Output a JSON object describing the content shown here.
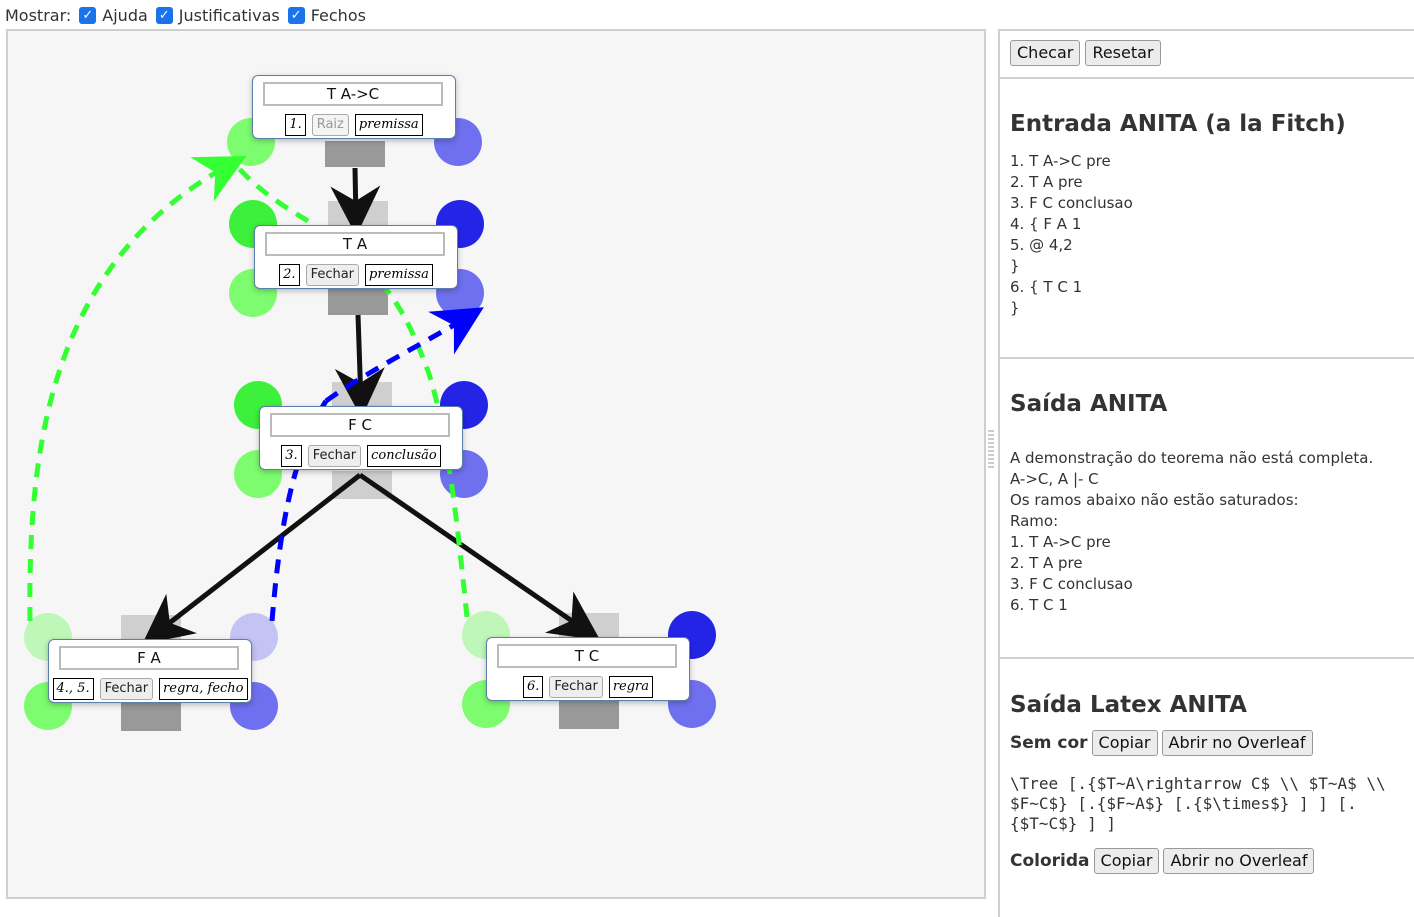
{
  "topbar": {
    "show_label": "Mostrar:",
    "options": [
      {
        "label": "Ajuda",
        "checked": true
      },
      {
        "label": "Justificativas",
        "checked": true
      },
      {
        "label": "Fechos",
        "checked": true
      }
    ]
  },
  "colors": {
    "green": "#33ff33",
    "blue": "#0000ff",
    "edge": "#111111",
    "canvas_bg": "#f6f6f6"
  },
  "nodes": [
    {
      "formula": "T A->C",
      "index": "1.",
      "action": "Raiz",
      "action_disabled": true,
      "justification": "premissa"
    },
    {
      "formula": "T A",
      "index": "2.",
      "action": "Fechar",
      "action_disabled": false,
      "justification": "premissa"
    },
    {
      "formula": "F C",
      "index": "3.",
      "action": "Fechar",
      "action_disabled": false,
      "justification": "conclusão"
    },
    {
      "formula": "F A",
      "index": "4., 5.",
      "action": "Fechar",
      "action_disabled": false,
      "justification": "regra, fecho"
    },
    {
      "formula": "T C",
      "index": "6.",
      "action": "Fechar",
      "action_disabled": false,
      "justification": "regra"
    }
  ],
  "toolbar": {
    "check_label": "Checar",
    "reset_label": "Resetar"
  },
  "input_panel": {
    "title": "Entrada ANITA (a la Fitch)",
    "text": "1. T A->C pre\n2. T A pre\n3. F C conclusao\n4. { F A 1\n5. @ 4,2\n}\n6. { T C 1\n}"
  },
  "output_panel": {
    "title": "Saída ANITA",
    "text": "A demonstração do teorema não está completa.\nA->C, A |- C\nOs ramos abaixo não estão saturados:\nRamo:\n1. T A->C pre\n2. T A pre\n3. F C conclusao\n6. T C 1"
  },
  "latex_panel": {
    "title": "Saída Latex ANITA",
    "plain_label": "Sem cor",
    "copy_label": "Copiar",
    "overleaf_label": "Abrir no Overleaf",
    "latex_code": "\\Tree [.{$T~A\\rightarrow C$ \\\\ $T~A$ \\\\ $F~C$} [.{$F~A$} [.{$\\times$} ] ] [.{$T~C$} ] ]",
    "colored_label": "Colorida",
    "copy2_label": "Copiar",
    "overleaf2_label": "Abrir no Overleaf"
  }
}
